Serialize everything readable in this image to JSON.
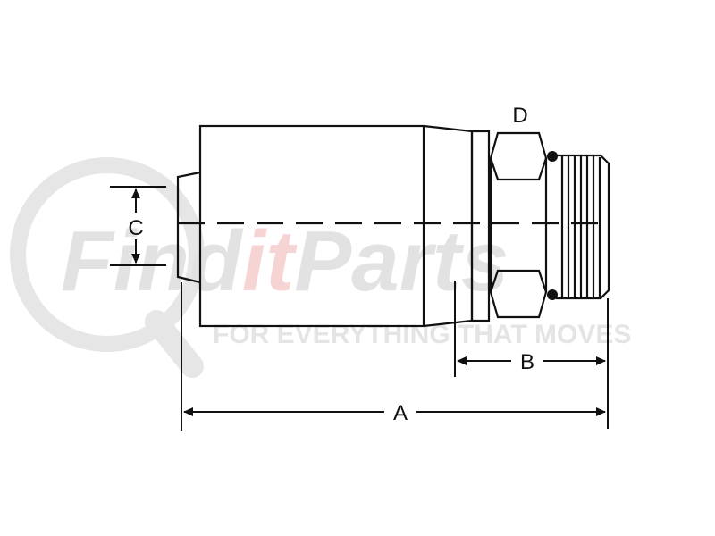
{
  "watermark": {
    "brand_find": "Find",
    "brand_it": "it",
    "brand_parts": "Parts",
    "tagline": "FOR EVERYTHING THAT MOVES"
  },
  "dimensions": {
    "A": "A",
    "B": "B",
    "C": "C",
    "D": "D"
  },
  "colors": {
    "line": "#111111",
    "watermark_gray": "#e2e2e2",
    "watermark_red": "#f7d4d4"
  }
}
